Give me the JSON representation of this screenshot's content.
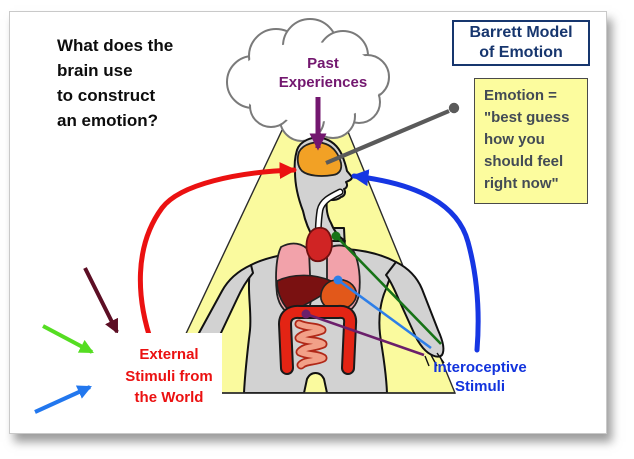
{
  "question": {
    "lines": [
      "What does the",
      "brain use",
      "to construct",
      "an emotion?"
    ]
  },
  "cloud": {
    "lines": [
      "Past",
      "Experiences"
    ]
  },
  "title_box": {
    "lines": [
      "Barrett Model",
      "of Emotion"
    ]
  },
  "emotion_note": {
    "lines": [
      "Emotion =",
      "\"best guess",
      "how you",
      "should feel",
      "right now\""
    ]
  },
  "labels": {
    "external": {
      "lines": [
        "External",
        "Stimuli from",
        "the World"
      ]
    },
    "interoceptive": {
      "lines": [
        "Interoceptive",
        "Stimuli"
      ]
    }
  },
  "colors": {
    "external_red": "#EB1111",
    "interoceptive_blue": "#1636E3",
    "past_purple": "#73176F",
    "title_navy": "#17366E",
    "note_yellow": "#FCFC9E",
    "note_text_gray": "#434B55",
    "cone_yellow": "#FAFA9E",
    "body_gray": "#D2D2D2",
    "brain_orange": "#F2A125",
    "connector_gray": "#5A5A5A",
    "heart_line_green": "#177317",
    "stomach_line_blue": "#2E7FE8",
    "gut_line_purple": "#6B1F6B",
    "stimulus_arrow_maroon": "#5C0E24",
    "stimulus_arrow_green": "#55DD22",
    "stimulus_arrow_blue": "#2277EE"
  }
}
